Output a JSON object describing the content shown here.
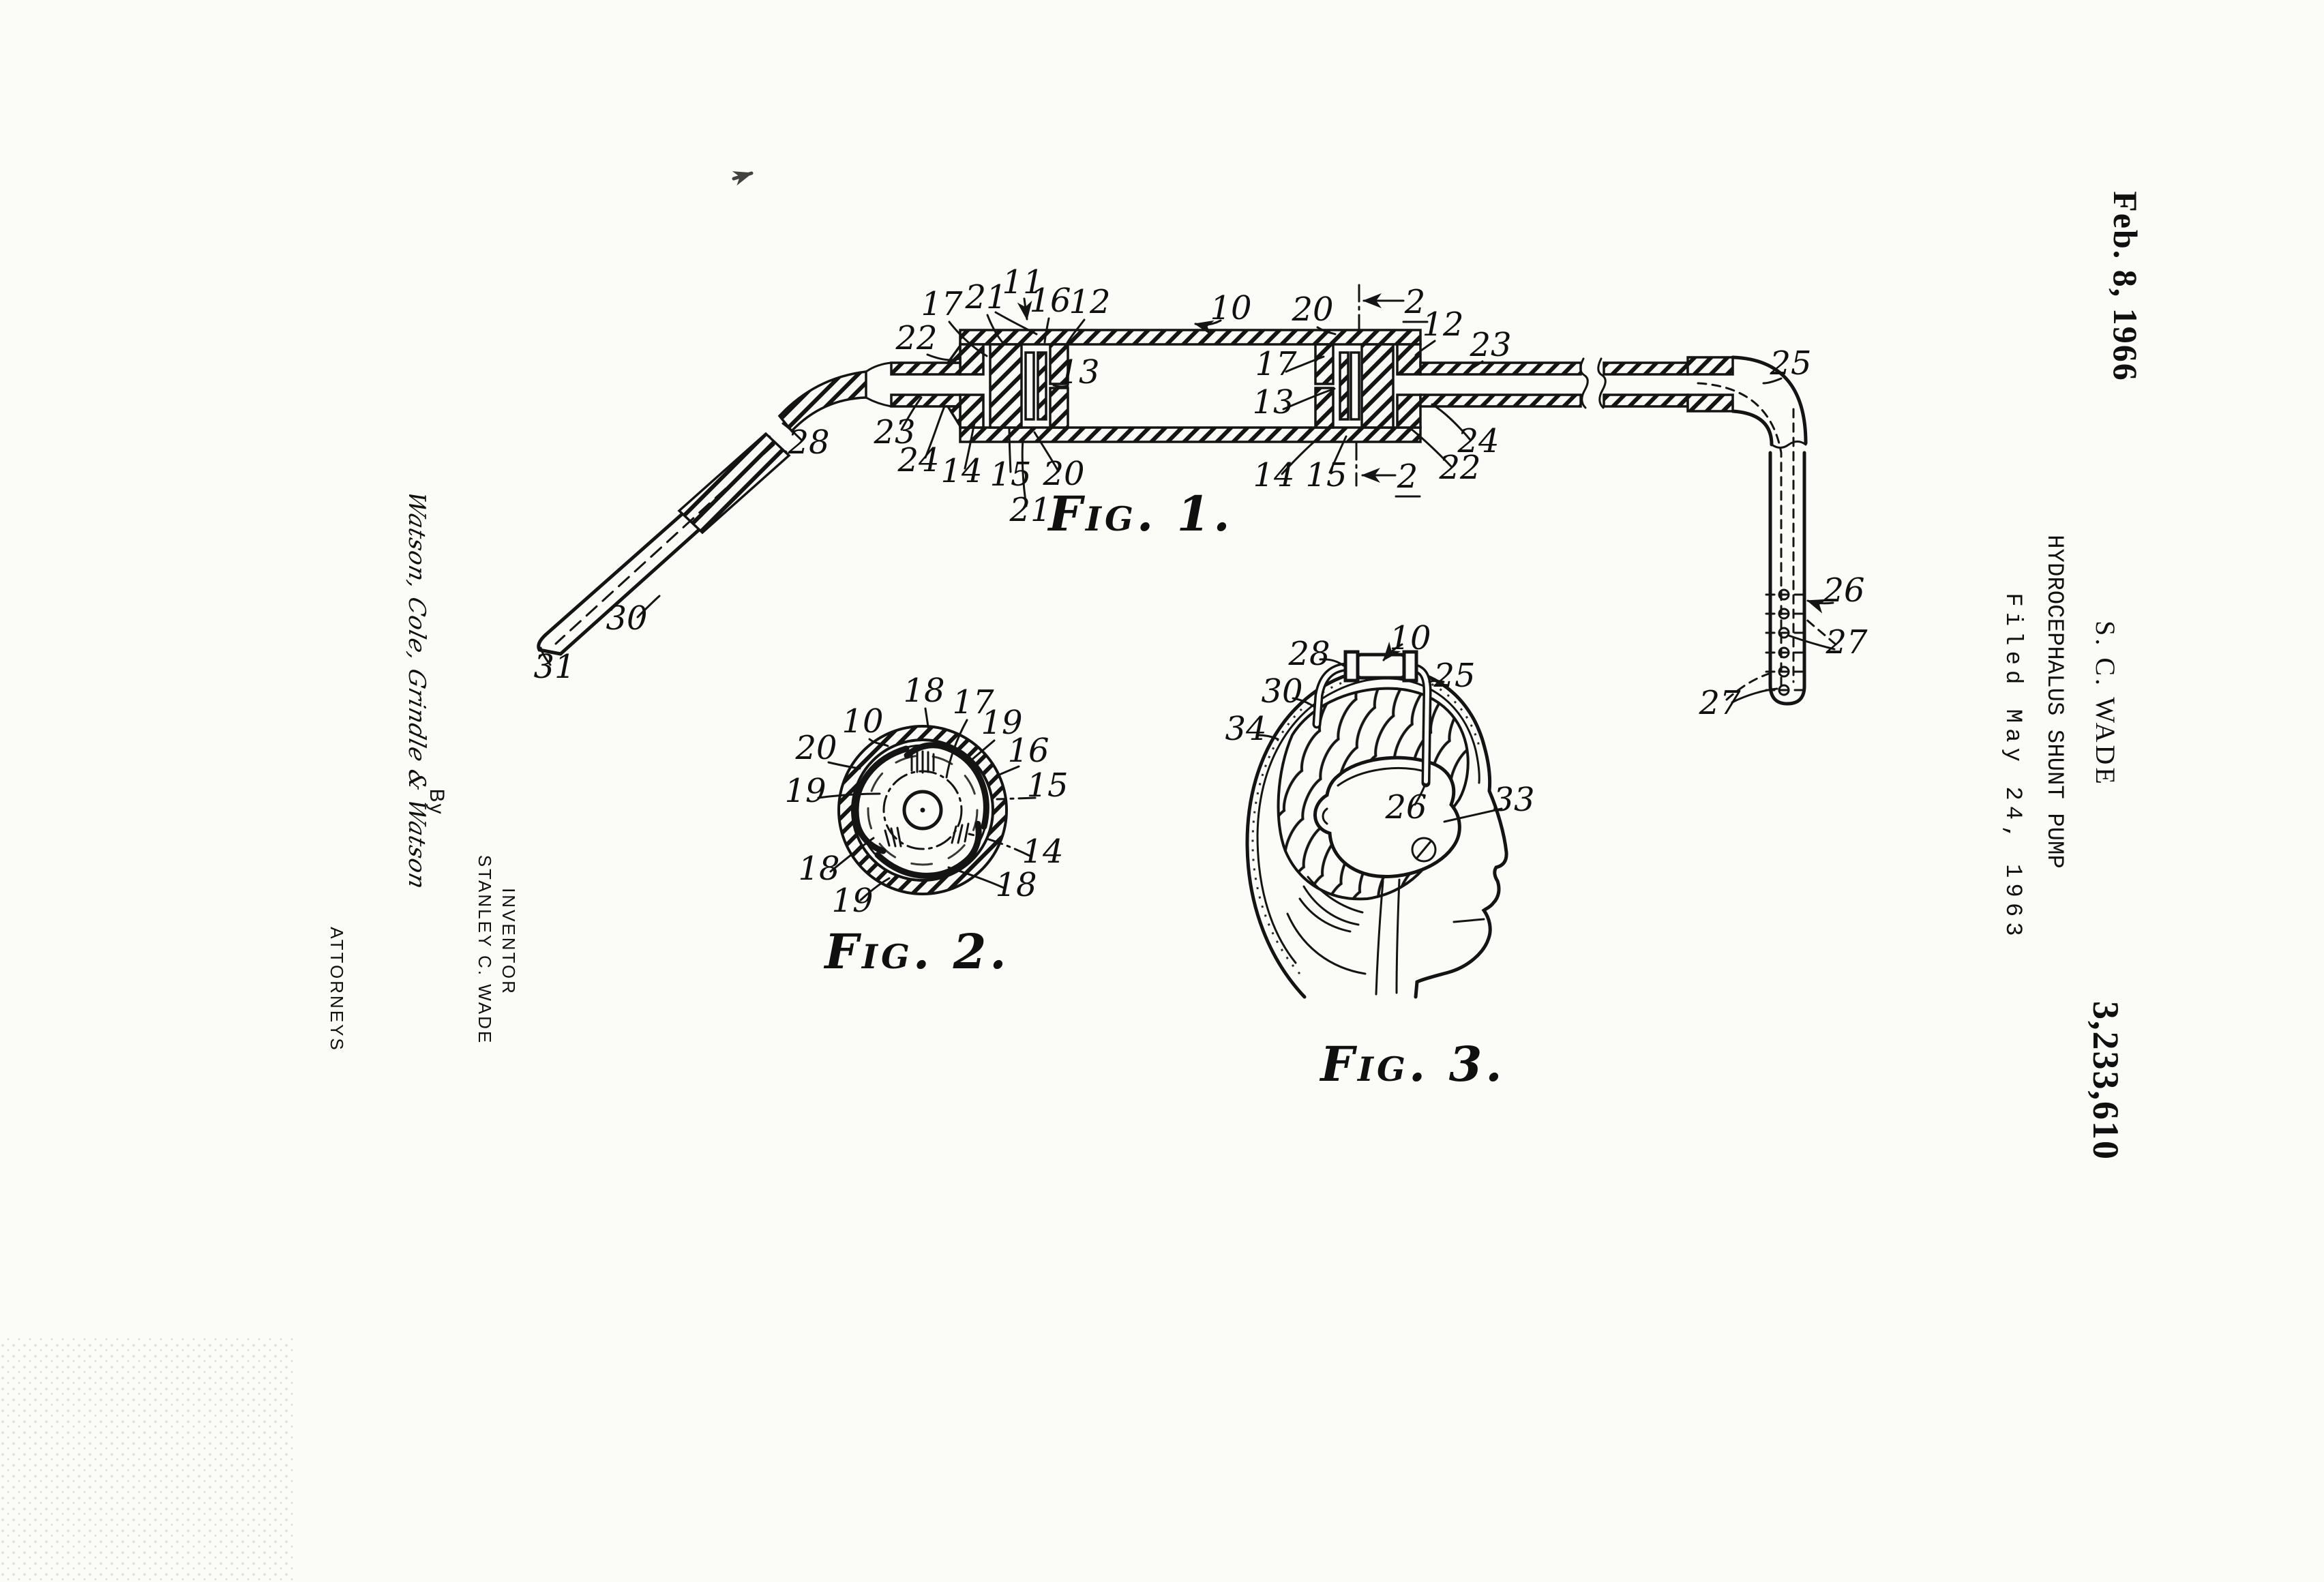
{
  "header": {
    "publication_date": "Feb. 8, 1966",
    "applicant": "S. C. WADE",
    "title": "HYDROCEPHALUS SHUNT PUMP",
    "filed": "Filed May 24, 1963",
    "patent_number": "3,233,610"
  },
  "signature_block": {
    "by": "By",
    "signature": "Watson, Cole, Grindle & Watson",
    "inventor_caption": "INVENTOR",
    "inventor_name": "STANLEY C. WADE",
    "attorneys_caption": "ATTORNEYS"
  },
  "figures": {
    "fig1": {
      "caption": "Fig. 1.",
      "callouts": [
        "17",
        "21",
        "11",
        "16",
        "12",
        "22",
        "13",
        "23",
        "24",
        "14",
        "15",
        "20",
        "21",
        "10",
        "20",
        "2",
        "12",
        "23",
        "17",
        "13",
        "24",
        "22",
        "14",
        "15",
        "2",
        "28",
        "30",
        "31",
        "25",
        "26",
        "27",
        "27"
      ]
    },
    "fig2": {
      "caption": "Fig. 2.",
      "callouts": [
        "18",
        "17",
        "10",
        "19",
        "20",
        "16",
        "19",
        "15",
        "18",
        "14",
        "19",
        "18"
      ]
    },
    "fig3": {
      "caption": "Fig. 3.",
      "callouts": [
        "28",
        "10",
        "25",
        "30",
        "34",
        "26",
        "33"
      ]
    }
  }
}
